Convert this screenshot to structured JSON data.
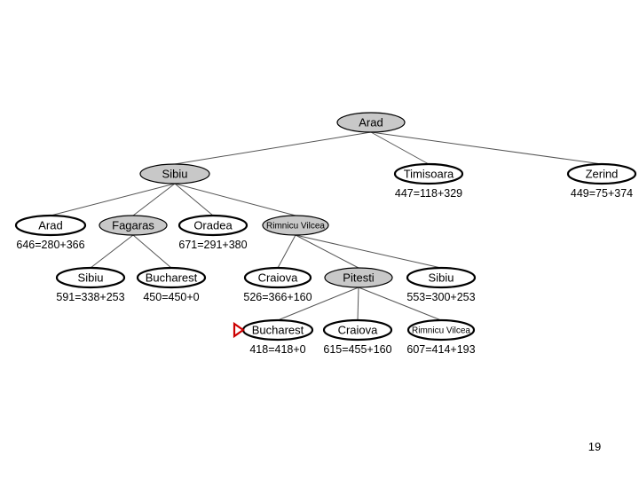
{
  "diagram": {
    "colors": {
      "expanded_fill": "#c8c8c8",
      "frontier_fill": "#ffffff",
      "stroke": "#000000",
      "edge": "#555555",
      "marker": "#cc0000"
    },
    "nodes": [
      {
        "id": "arad-root",
        "label": "Arad",
        "score": "",
        "expanded": true
      },
      {
        "id": "sibiu-1",
        "label": "Sibiu",
        "score": "",
        "expanded": true
      },
      {
        "id": "timisoara",
        "label": "Timisoara",
        "score": "447=118+329",
        "expanded": false
      },
      {
        "id": "zerind",
        "label": "Zerind",
        "score": "449=75+374",
        "expanded": false
      },
      {
        "id": "arad-2",
        "label": "Arad",
        "score": "646=280+366",
        "expanded": false
      },
      {
        "id": "fagaras",
        "label": "Fagaras",
        "score": "",
        "expanded": true
      },
      {
        "id": "oradea",
        "label": "Oradea",
        "score": "671=291+380",
        "expanded": false
      },
      {
        "id": "rimnicu-1",
        "label": "Rimnicu Vilcea",
        "score": "",
        "expanded": true,
        "small": true
      },
      {
        "id": "sibiu-3",
        "label": "Sibiu",
        "score": "591=338+253",
        "expanded": false
      },
      {
        "id": "bucharest-1",
        "label": "Bucharest",
        "score": "450=450+0",
        "expanded": false
      },
      {
        "id": "craiova-1",
        "label": "Craiova",
        "score": "526=366+160",
        "expanded": false
      },
      {
        "id": "pitesti",
        "label": "Pitesti",
        "score": "",
        "expanded": true
      },
      {
        "id": "sibiu-4",
        "label": "Sibiu",
        "score": "553=300+253",
        "expanded": false
      },
      {
        "id": "bucharest-2",
        "label": "Bucharest",
        "score": "418=418+0",
        "expanded": false,
        "goal": true
      },
      {
        "id": "craiova-2",
        "label": "Craiova",
        "score": "615=455+160",
        "expanded": false
      },
      {
        "id": "rimnicu-2",
        "label": "Rimnicu Vilcea",
        "score": "607=414+193",
        "expanded": false,
        "small": true
      }
    ],
    "edges": [
      [
        "arad-root",
        "sibiu-1"
      ],
      [
        "arad-root",
        "timisoara"
      ],
      [
        "arad-root",
        "zerind"
      ],
      [
        "sibiu-1",
        "arad-2"
      ],
      [
        "sibiu-1",
        "fagaras"
      ],
      [
        "sibiu-1",
        "oradea"
      ],
      [
        "sibiu-1",
        "rimnicu-1"
      ],
      [
        "fagaras",
        "sibiu-3"
      ],
      [
        "fagaras",
        "bucharest-1"
      ],
      [
        "rimnicu-1",
        "craiova-1"
      ],
      [
        "rimnicu-1",
        "pitesti"
      ],
      [
        "rimnicu-1",
        "sibiu-4"
      ],
      [
        "pitesti",
        "bucharest-2"
      ],
      [
        "pitesti",
        "craiova-2"
      ],
      [
        "pitesti",
        "rimnicu-2"
      ]
    ]
  },
  "slide": {
    "page_number": "19"
  }
}
